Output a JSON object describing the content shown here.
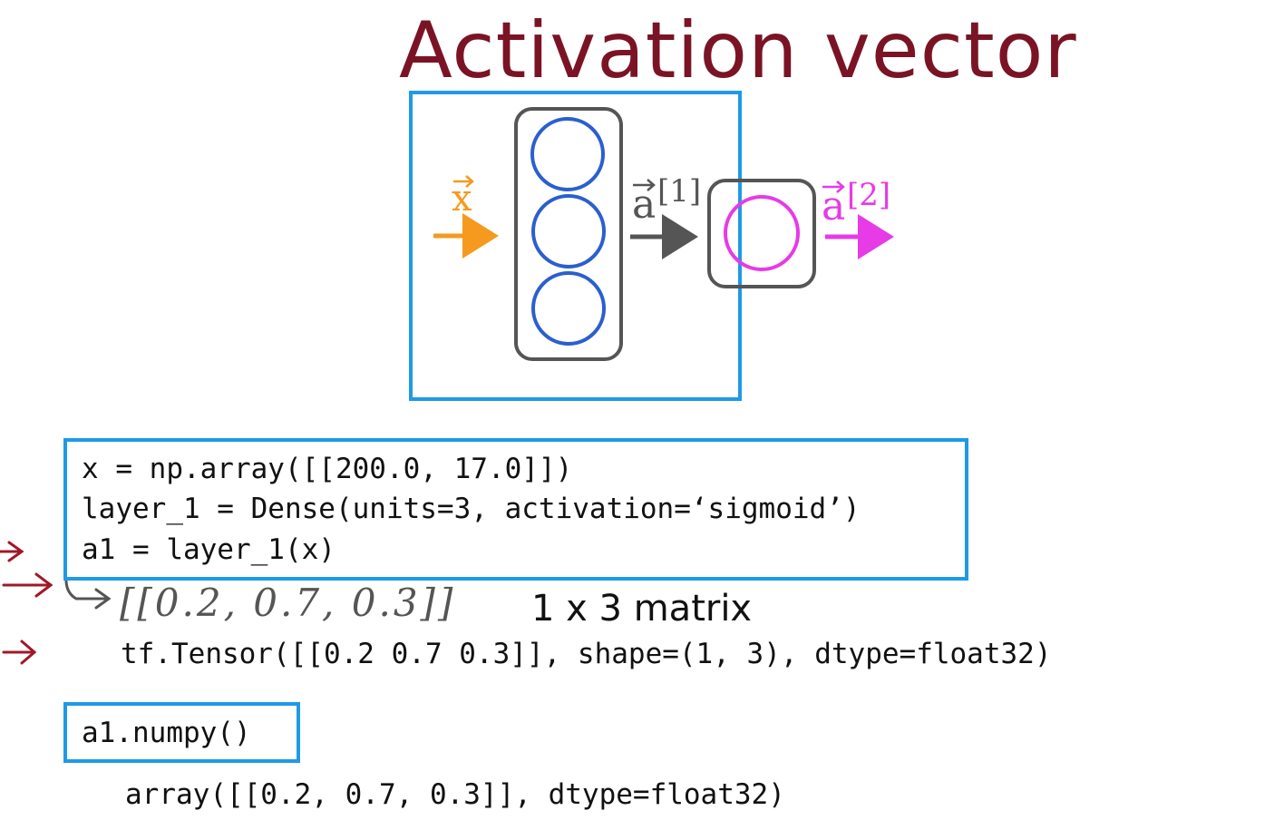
{
  "title": "Activation vector",
  "colors": {
    "title": "#7a1424",
    "box_blue": "#1e9ae6",
    "neuron_blue": "#2a5fcf",
    "input_orange": "#f59a1f",
    "gray": "#555555",
    "magenta": "#e63be6",
    "red_arrow": "#a01828"
  },
  "diagram": {
    "input_label": "x",
    "hidden_output_label": "a",
    "hidden_output_superscript": "[1]",
    "final_output_label": "a",
    "final_output_superscript": "[2]"
  },
  "code_block": {
    "lines": [
      "x = np.array([[200.0, 17.0]])",
      "layer_1 = Dense(units=3, activation=‘sigmoid’)",
      "a1 = layer_1(x)"
    ]
  },
  "handwritten_values": "[[0.2, 0.7, 0.3]]",
  "matrix_label": "1 x 3 matrix",
  "tensor_output": "tf.Tensor([[0.2 0.7 0.3]], shape=(1, 3), dtype=float32)",
  "numpy_call": "a1.numpy()",
  "numpy_output": "array([[0.2, 0.7, 0.3]], dtype=float32)"
}
